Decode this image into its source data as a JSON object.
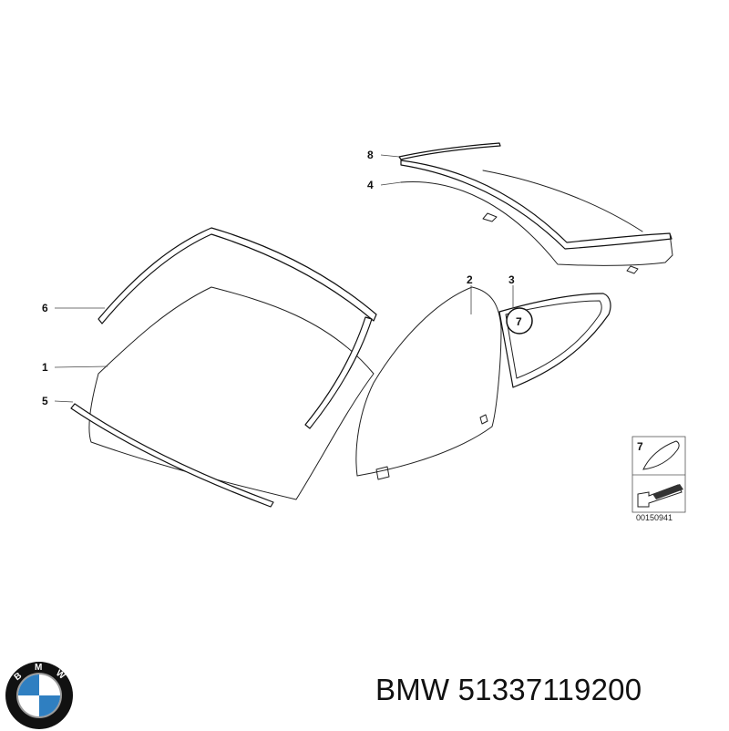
{
  "diagram": {
    "callouts": [
      {
        "id": "8",
        "label": "8"
      },
      {
        "id": "4",
        "label": "4"
      },
      {
        "id": "6",
        "label": "6"
      },
      {
        "id": "2",
        "label": "2"
      },
      {
        "id": "3",
        "label": "3"
      },
      {
        "id": "1",
        "label": "1"
      },
      {
        "id": "5",
        "label": "5"
      },
      {
        "id": "7",
        "label": "7"
      }
    ],
    "legend": {
      "item_label": "7",
      "drawing_code": "00150941"
    }
  },
  "caption": {
    "brand": "BMW",
    "part_number": "51337119200",
    "full": "BMW 51337119200"
  },
  "logo": {
    "letters": [
      "B",
      "M",
      "W"
    ],
    "colors": {
      "ring": "#111111",
      "blue": "#2f7fc1",
      "white": "#ffffff",
      "inner_ring": "#9a9a9a"
    }
  }
}
